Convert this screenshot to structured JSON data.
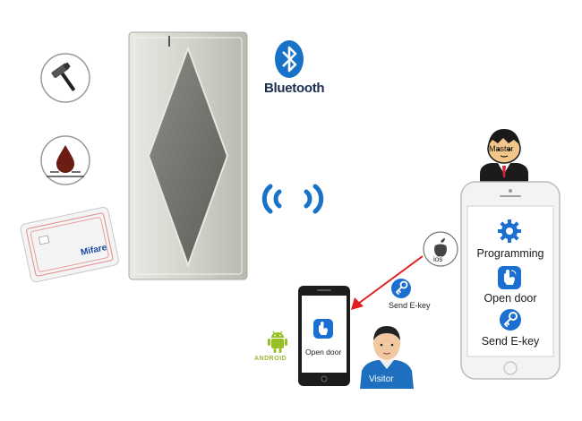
{
  "features": {
    "icons": [
      "hammer-icon",
      "water-drop-icon"
    ]
  },
  "card": {
    "label": "Mifare"
  },
  "bluetooth": {
    "label": "Bluetooth"
  },
  "master": {
    "label": "Master"
  },
  "big_phone": {
    "items": [
      {
        "icon": "gear-icon",
        "label": "Programming"
      },
      {
        "icon": "hand-tap-icon",
        "label": "Open door"
      },
      {
        "icon": "key-icon",
        "label": "Send E-key"
      }
    ]
  },
  "ios": {
    "label": "ios"
  },
  "send_ekey": {
    "label": "Send E-key"
  },
  "small_phone": {
    "label": "Open door"
  },
  "android": {
    "label": "ANDROID"
  },
  "visitor": {
    "label": "Visitor"
  },
  "colors": {
    "accent_blue": "#1a72c9",
    "arrow_red": "#e02020",
    "android_green": "#97c024",
    "reader_body": "#d8d8d2",
    "reader_panel": "#7a7a74"
  }
}
